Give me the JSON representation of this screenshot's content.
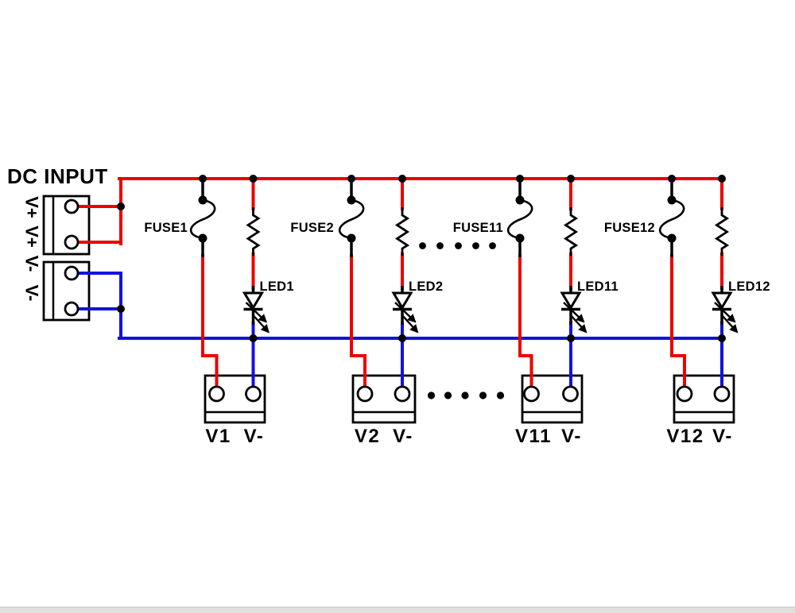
{
  "dc_input": {
    "label": "DC INPUT",
    "terminals": [
      "V+",
      "V+",
      "V-",
      "V-"
    ]
  },
  "branches": [
    {
      "fuse": "FUSE1",
      "led": "LED1",
      "output_pos": "V1",
      "output_neg": "V-"
    },
    {
      "fuse": "FUSE2",
      "led": "LED2",
      "output_pos": "V2",
      "output_neg": "V-"
    },
    {
      "fuse": "FUSE11",
      "led": "LED11",
      "output_pos": "V11",
      "output_neg": "V-"
    },
    {
      "fuse": "FUSE12",
      "led": "LED12",
      "output_pos": "V12",
      "output_neg": "V-"
    }
  ],
  "colors": {
    "positive_wire": "#ec0000",
    "negative_wire": "#1212dd",
    "symbol_black": "#000000",
    "background": "#ffffff",
    "bottom_bar": "#e2dfdf"
  }
}
